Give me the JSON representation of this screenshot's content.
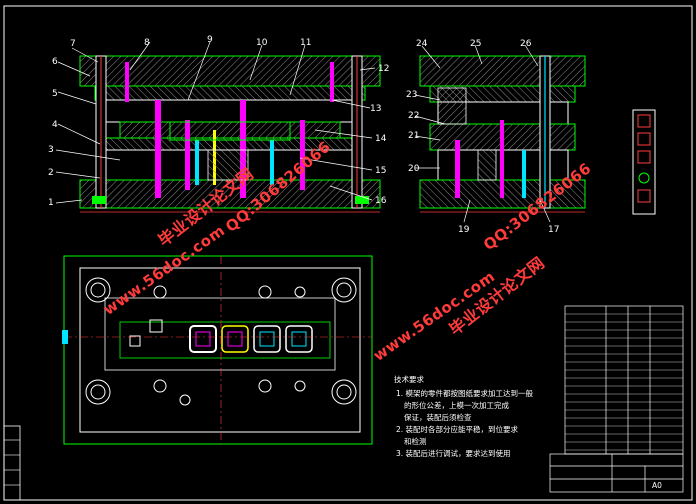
{
  "drawing": {
    "background": "#000000",
    "line_color": "#ffffff",
    "outline_color": "#00ff00",
    "hatch_color": "#ff00ff",
    "callouts": [
      "1",
      "2",
      "3",
      "4",
      "5",
      "6",
      "7",
      "8",
      "9",
      "10",
      "11",
      "12",
      "13",
      "14",
      "15",
      "16",
      "17",
      "19",
      "20",
      "21",
      "22",
      "23",
      "24",
      "25",
      "26"
    ],
    "notes_title": "技术要求",
    "notes": [
      "1. 模架的零件都按图纸要求加工达到一般",
      "的形位公差，上模一次加工完成",
      "保证，装配后须检查",
      "2. 装配时各部分应能平稳，到位要求",
      "和检测",
      "3. 装配后进行调试，要求达到使用"
    ],
    "title_block": {
      "scale": "A0"
    }
  },
  "watermarks": [
    "毕业设计论文网",
    "QQ:306826066",
    "www.56doc.com",
    "www.56doc.com",
    "QQ:306826066",
    "毕业设计论文网"
  ],
  "colors": {
    "watermark": "#ff3b3b"
  }
}
